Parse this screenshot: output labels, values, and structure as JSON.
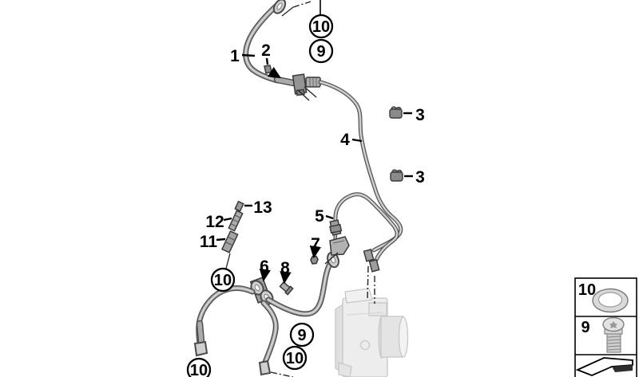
{
  "diagram": {
    "type": "exploded-parts-diagram",
    "subject": "front-brake-pipes-with-abs-modulator",
    "background_color": "#ffffff",
    "line_color": "#3f3f3f",
    "hose_color": "#a9a9a9",
    "module_color": "#ededed",
    "label_color": "#000000",
    "part_labels": {
      "p1": "1",
      "p2": "2",
      "p3a": "3",
      "p3b": "3",
      "p4": "4",
      "p5": "5",
      "p6": "6",
      "p7": "7",
      "p8": "8",
      "p11": "11",
      "p12": "12",
      "p13": "13"
    },
    "balloons": {
      "top_10": "10",
      "top_9": "9",
      "left_10": "10",
      "bottom_left_10": "10",
      "mid_9": "9",
      "mid_10": "10"
    },
    "legend": {
      "row1": {
        "label": "10",
        "icon": "sealing-ring-icon"
      },
      "row2": {
        "label": "9",
        "icon": "banjo-bolt-icon"
      },
      "row3": {
        "icon": "direction-of-travel-arrow-icon"
      }
    }
  }
}
